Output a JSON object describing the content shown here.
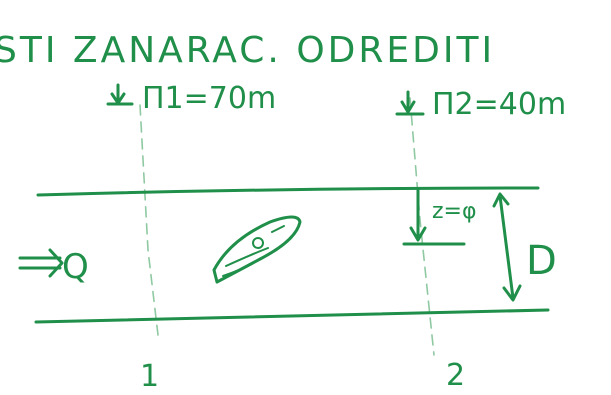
{
  "header": {
    "text": "STI ZANARAC. ODREDITI"
  },
  "section_1": {
    "label": "Π1=70m",
    "number": "1"
  },
  "section_2": {
    "label": "Π2=40m",
    "number": "2"
  },
  "pipe": {
    "flow_label": "Q",
    "diameter_label": "D",
    "elevation_label": "z=φ"
  },
  "colors": {
    "ink": "#1f8f4a",
    "ink_faint": "#8fc9a2"
  }
}
